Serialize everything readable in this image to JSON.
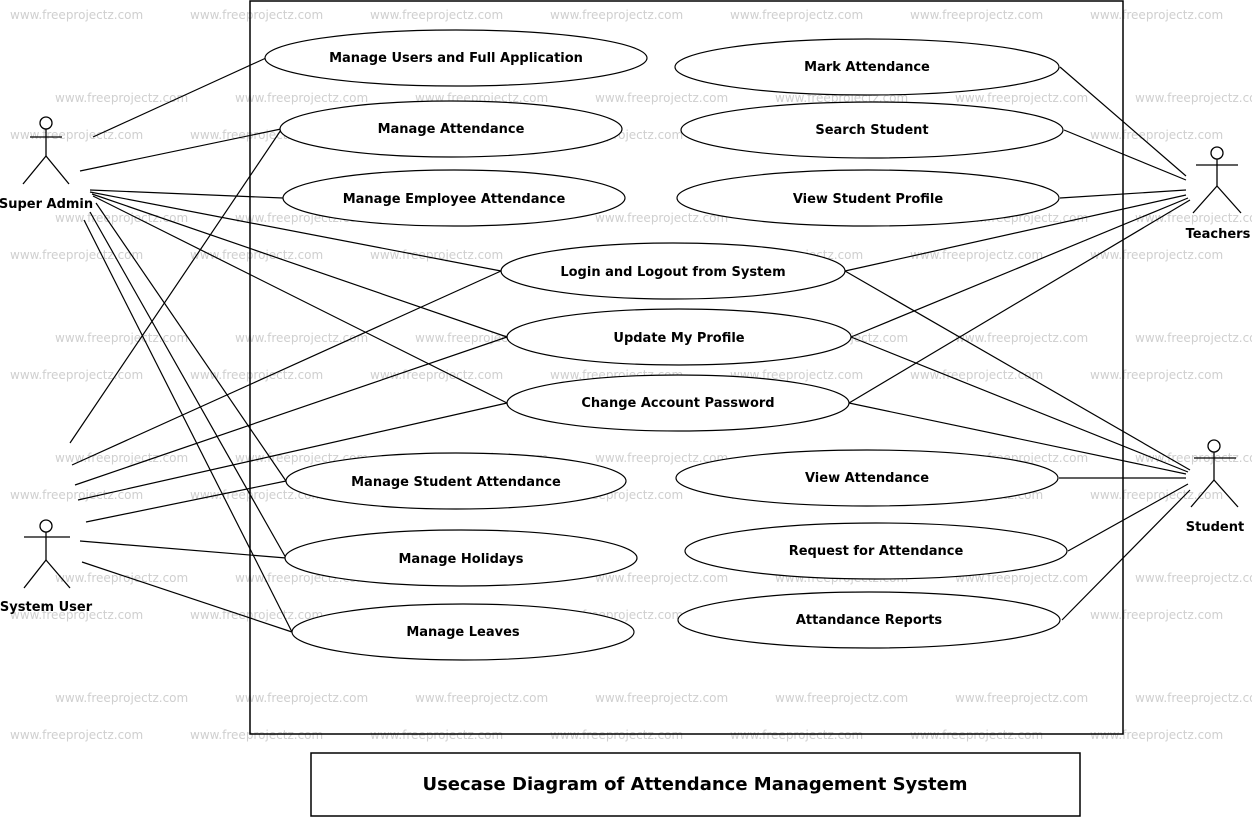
{
  "watermark": "www.freeprojectz.com",
  "title": "Usecase Diagram of Attendance Management System",
  "actors": {
    "super_admin": "Super Admin",
    "system_user": "System User",
    "teachers": "Teachers",
    "student": "Student"
  },
  "use_cases": {
    "manage_users": "Manage Users and Full Application",
    "manage_attendance": "Manage Attendance",
    "manage_employee_attendance": "Manage Employee Attendance",
    "login_logout": "Login and Logout from System",
    "update_profile": "Update My Profile",
    "change_password": "Change Account Password",
    "manage_student_attendance": "Manage Student Attendance",
    "manage_holidays": "Manage Holidays",
    "manage_leaves": "Manage Leaves",
    "mark_attendance": "Mark Attendance",
    "search_student": "Search Student",
    "view_student_profile": "View Student Profile",
    "view_attendance": "View Attendance",
    "request_attendance": "Request for Attendance",
    "attendance_reports": "Attandance Reports"
  }
}
